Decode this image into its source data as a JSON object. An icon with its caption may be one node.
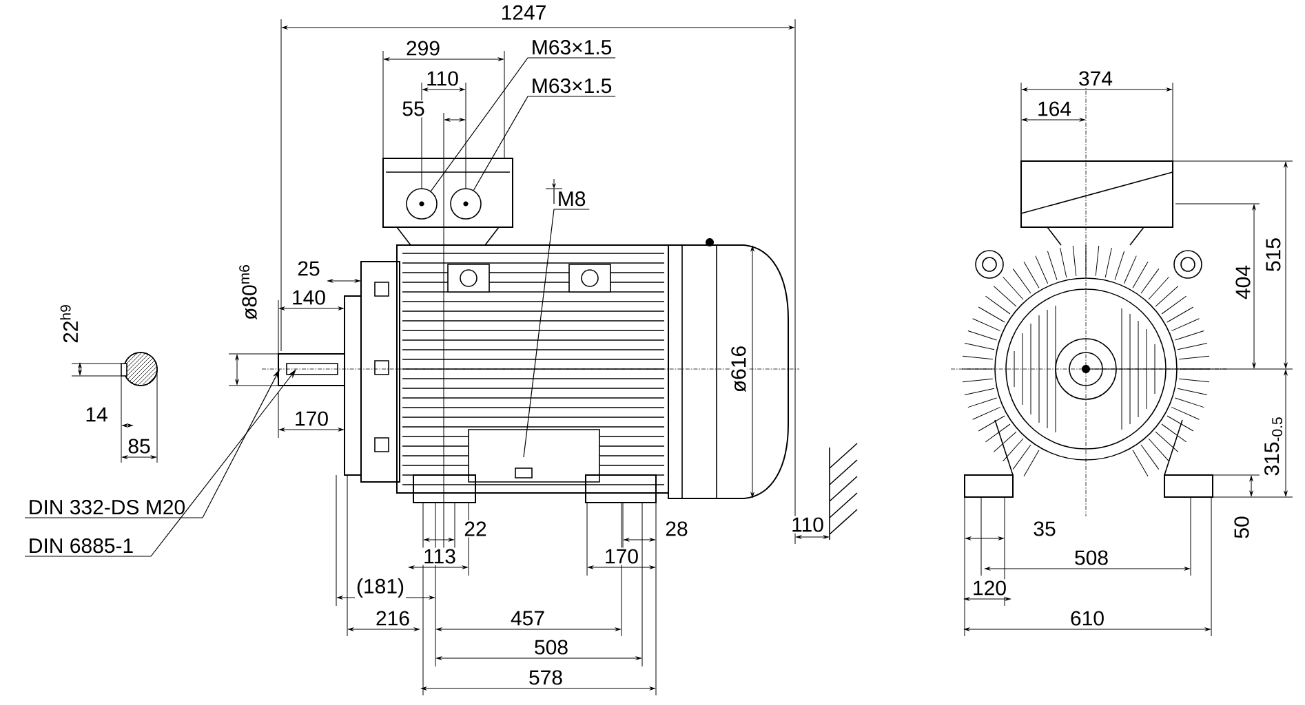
{
  "diagram": {
    "nodes": [
      {
        "text": [
          "M63×1.5"
        ]
      },
      {
        "text": [
          "M63×1.5"
        ]
      },
      {
        "text": [
          "M8"
        ]
      },
      {
        "text": [
          "DIN 332-DS M20"
        ]
      },
      {
        "text": [
          "DIN 6885-1"
        ]
      },
      {
        "text": [],
        "shape": "circle"
      },
      {
        "text": [],
        "shape": "circle"
      }
    ],
    "edges": [
      {
        "from": 0,
        "to": 5,
        "arrow": "none"
      },
      {
        "from": 1,
        "to": 6,
        "arrow": "none"
      },
      {
        "from": 2,
        "to": null,
        "arrow": "none"
      },
      {
        "from": 3,
        "to": null,
        "arrow": "to"
      },
      {
        "from": 4,
        "to": null,
        "arrow": "to"
      }
    ],
    "labels": [
      "1247",
      "299",
      "110",
      "55",
      "25",
      "ø80$^{m6}$",
      "140",
      "22$^{h9}$",
      "ø616",
      "14",
      "170",
      "85",
      "22",
      "28",
      "113",
      "170",
      "110",
      "(181)",
      "216",
      "457",
      "508",
      "578",
      "374",
      "164",
      "515",
      "404",
      "315$_{-0.5}$",
      "50",
      "35",
      "508",
      "120",
      "610"
    ]
  }
}
